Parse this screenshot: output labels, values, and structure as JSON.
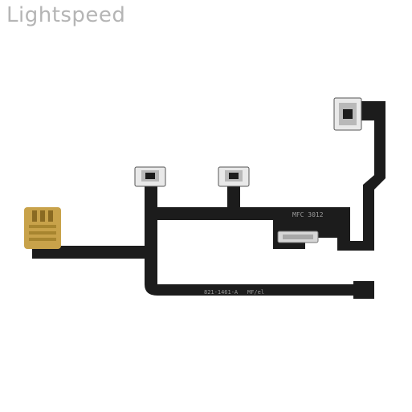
{
  "watermark": {
    "text": "Lightspeed"
  },
  "flex_cable": {
    "marking_top": "MFC 3012",
    "marking_bottom": "821-1461-A",
    "marking_bottom_tag": "MF/el",
    "colors": {
      "cable": "#1c1c1c",
      "pad_gold": "#c8a24a",
      "button_frame": "#e9e9e9",
      "button_metal": "#b9b9b9",
      "connector_metal": "#d6d6d6"
    }
  }
}
